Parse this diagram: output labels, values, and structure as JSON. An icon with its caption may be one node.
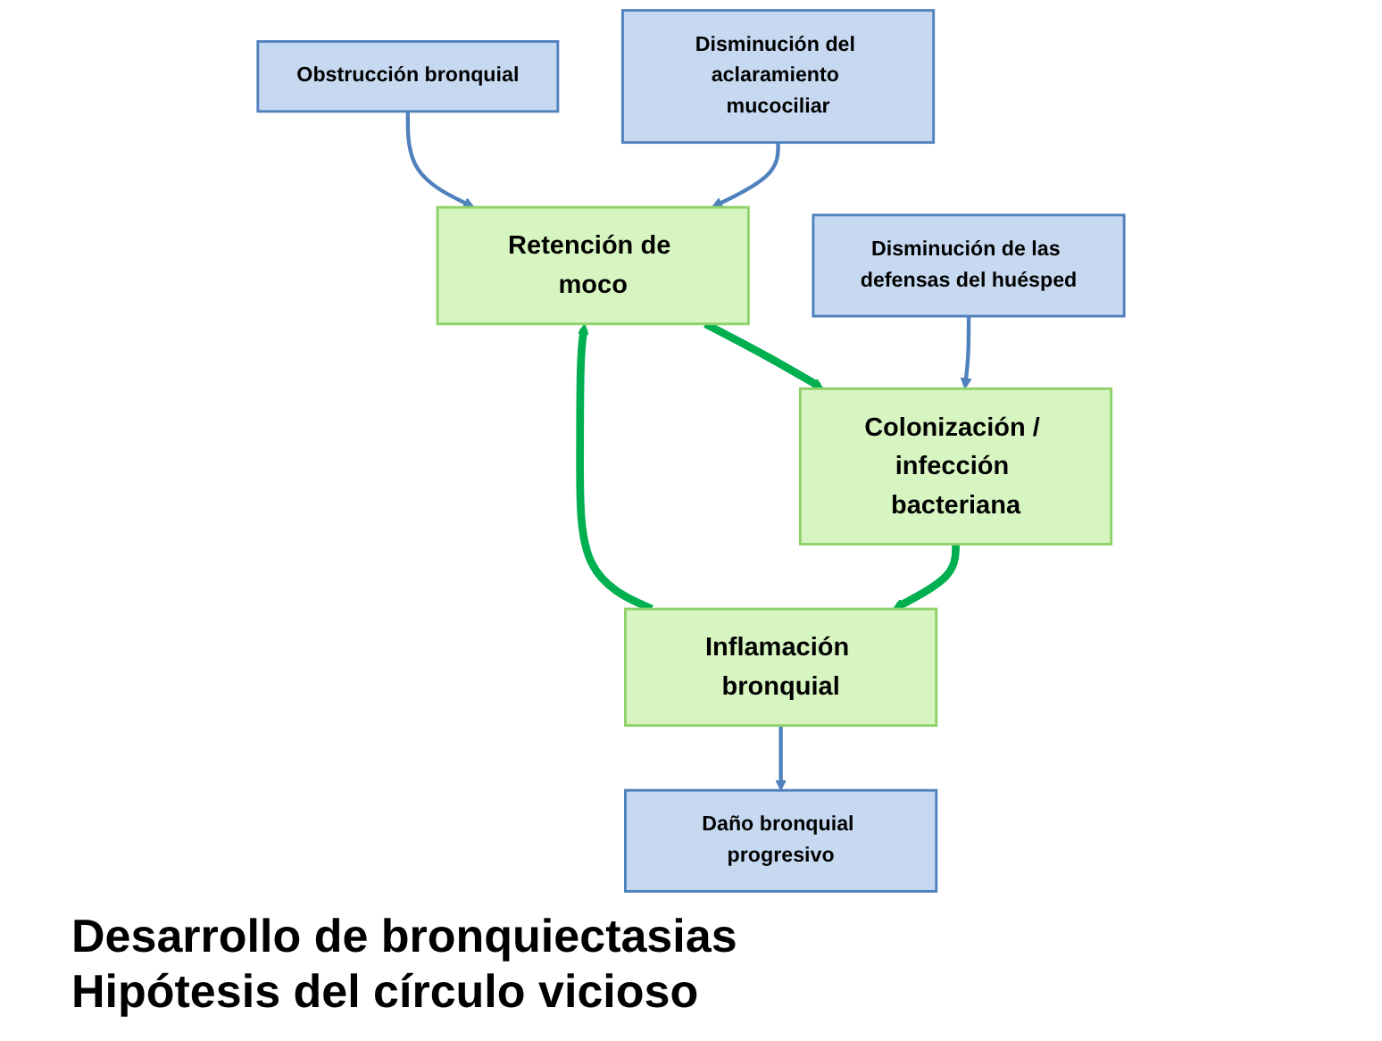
{
  "diagram": {
    "nodes": [
      {
        "text": [
          "Disminución del aclaramiento mucociliar"
        ]
      },
      {
        "text": [
          "Obstrucción bronquial"
        ]
      },
      {
        "text": [
          "Retención de moco"
        ]
      },
      {
        "text": [
          "Inflamación bronquial"
        ]
      },
      {
        "text": [
          "Colonización / infección bacteriana"
        ]
      },
      {
        "text": [
          "Disminución de las defensas del huésped"
        ]
      },
      {
        "text": [
          "Daño bronquial progresivo"
        ]
      }
    ],
    "edges": [
      {
        "from": 0,
        "to": 2,
        "arrow": "to"
      },
      {
        "from": 1,
        "to": 2,
        "arrow": "to"
      },
      {
        "from": 2,
        "to": 4,
        "arrow": "to",
        "style": "thick",
        "color": "#00b050"
      },
      {
        "from": 4,
        "to": 3,
        "arrow": "to",
        "style": "thick",
        "color": "#00b050"
      },
      {
        "from": 3,
        "to": 2,
        "arrow": "to",
        "style": "thick",
        "color": "#00b050"
      },
      {
        "from": 5,
        "to": 4,
        "arrow": "to"
      },
      {
        "from": 3,
        "to": 6,
        "arrow": "to"
      }
    ],
    "labels": [
      "Desarrollo de bronquiectasias",
      "Hipótesis del círculo vicioso"
    ]
  }
}
